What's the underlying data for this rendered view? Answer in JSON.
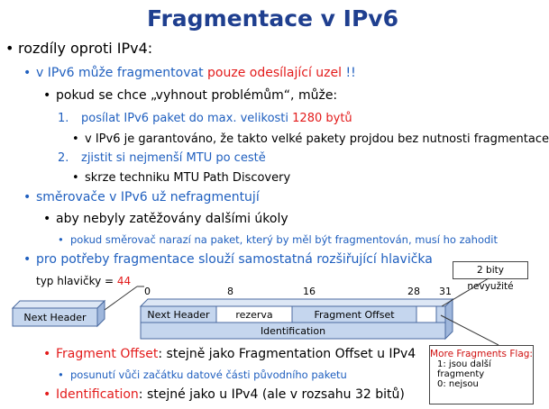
{
  "title": "Fragmentace v IPv6",
  "b1": "rozdíly oproti IPv4:",
  "b2a_pre": "v IPv6 může fragmentovat ",
  "b2a_red": "pouze odesílající uzel",
  "b2a_post": " !!",
  "b3a": "pokud se chce „vyhnout problémům“, může:",
  "n1_num": "1.",
  "n1_pre": "posílat IPv6 paket do max. velikosti ",
  "n1_red": "1280 bytů",
  "b4a": "v IPv6 je garantováno, že takto velké pakety projdou bez nutnosti fragmentace",
  "n2_num": "2.",
  "n2": "zjistit si nejmenší MTU po cestě",
  "b4b": "skrze techniku MTU Path Discovery",
  "b2b": "směrovače v IPv6 už nefragmentují",
  "b3b": "aby nebyly zatěžovány dalšími úkoly",
  "b4c": "pokud směrovač narazí na paket, který by měl být fragmentován, musí ho zahodit",
  "b2c": "pro potřeby fragmentace slouží samostatná rozšiřující hlavička",
  "typ_pre": "typ hlavičky = ",
  "typ_red": "44",
  "bits_note": "2 bity nevyužité",
  "diagram": {
    "next_header_left": "Next Header",
    "next_header": "Next Header",
    "rezerva": "rezerva",
    "fragment_offset": "Fragment Offset",
    "identification": "Identification",
    "bit0": "0",
    "bit8": "8",
    "bit16": "16",
    "bit28": "28",
    "bit31": "31"
  },
  "more_flag": {
    "header": "More Fragments Flag:",
    "line1": "1: jsou další fragmenty",
    "line2": "0: nejsou"
  },
  "fo_red": "Fragment Offset",
  "fo_rest": ": stejně jako Fragmentation Offset u IPv4",
  "fo_sub": "posunutí vůči začátku datové části původního paketu",
  "id_red": "Identification",
  "id_rest": ": stejné jako u IPv4 (ale v rozsahu 32 bitů)",
  "colors": {
    "title": "#1f3f8f",
    "blue": "#1f5fbf",
    "red": "#e31b1b",
    "box_fill": "#c5d6ee",
    "box_stroke": "#4a6aa0"
  }
}
